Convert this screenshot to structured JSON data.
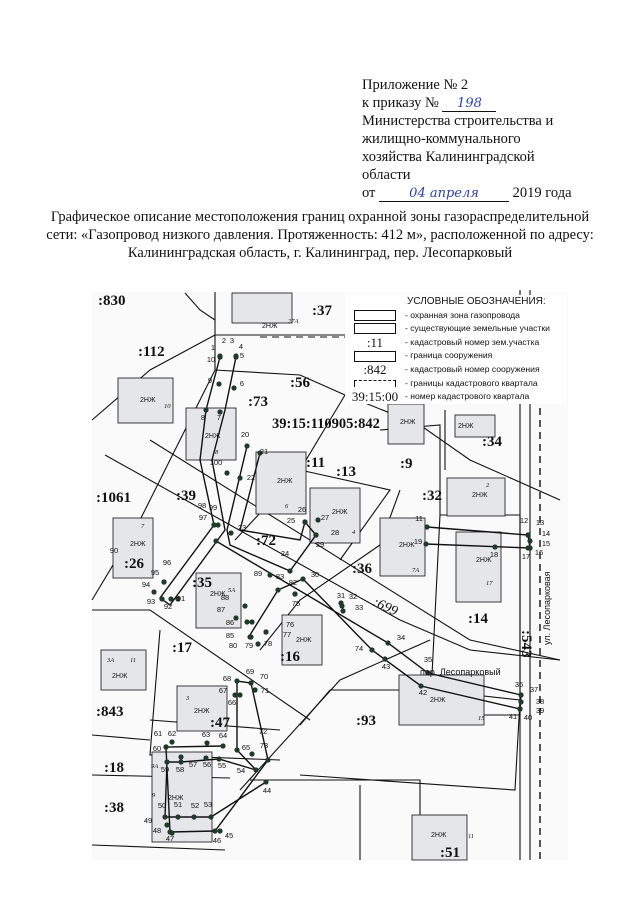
{
  "appendix": {
    "line1": "Приложение № 2",
    "order_prefix": "к приказу №",
    "order_number": "198",
    "line3": "Министерства строительства и",
    "line4": "жилищно-коммунального",
    "line5": "хозяйства Калининградской",
    "line6": "области",
    "date_prefix": "от",
    "date_handwritten": "04 апреля",
    "date_suffix": "2019 года"
  },
  "title": "Графическое описание местоположения границ охранной зоны газораспределительной сети: «Газопровод низкого давления. Протяженность: 412 м», расположенной по адресу: Калининградская область, г. Калининград, пер. Лесопарковый",
  "legend": {
    "heading": "УСЛОВНЫЕ ОБОЗНАЧЕНИЯ:",
    "items": [
      {
        "symbol": "",
        "label": "- охранная зона газопровода"
      },
      {
        "symbol": "",
        "label": "- существующие земельные участки"
      },
      {
        "symbol": ":11",
        "label": "- кадастровый номер зем.участка"
      },
      {
        "symbol": "",
        "label": "- граница сооружения"
      },
      {
        "symbol": ":842",
        "label": "- кадастровый номер сооружения"
      },
      {
        "symbol": "",
        "label": "- границы кадастрового квартала"
      },
      {
        "symbol": "39:15:00",
        "label": "- номер кадастрового квартала"
      }
    ]
  },
  "map": {
    "quarter_label": "39:15:110905:842",
    "parcels": [
      ":830",
      ":112",
      ":37",
      ":56",
      ":73",
      ":11",
      ":13",
      ":9",
      ":34",
      ":32",
      ":36",
      ":14",
      ":699",
      ":1061",
      ":39",
      ":72",
      ":26",
      ":35",
      ":16",
      ":17",
      ":843",
      ":47",
      ":93",
      ":18",
      ":38",
      ":51",
      ":543"
    ],
    "streets": [
      "пер. Лесопарковый",
      "ул. Лесопарковая"
    ],
    "building_type": "2НЖ",
    "house_numbers": [
      "27А",
      "10",
      "8",
      "6",
      "4",
      "7А",
      "2",
      "17",
      "7",
      "5А",
      "3",
      "3А",
      "11",
      "15",
      "9А",
      "9",
      "11"
    ],
    "points": [
      "1",
      "2",
      "3",
      "4",
      "5",
      "6",
      "7",
      "8",
      "9",
      "10",
      "11",
      "12",
      "13",
      "14",
      "15",
      "16",
      "17",
      "18",
      "19",
      "20",
      "21",
      "22",
      "23",
      "24",
      "25",
      "26",
      "27",
      "28",
      "29",
      "30",
      "31",
      "32",
      "33",
      "34",
      "35",
      "36",
      "37",
      "38",
      "39",
      "40",
      "41",
      "42",
      "43",
      "44",
      "45",
      "46",
      "47",
      "48",
      "49",
      "50",
      "51",
      "52",
      "53",
      "54",
      "55",
      "56",
      "57",
      "58",
      "59",
      "60",
      "61",
      "62",
      "63",
      "64",
      "65",
      "66",
      "67",
      "68",
      "69",
      "70",
      "71",
      "72",
      "73",
      "74",
      "75",
      "76",
      "77",
      "78",
      "79",
      "80",
      "82",
      "83",
      "85",
      "86",
      "87",
      "88",
      "89",
      "90",
      "91",
      "92",
      "93",
      "94",
      "95",
      "96",
      "97",
      "98",
      "99",
      "100"
    ]
  },
  "colors": {
    "ink": "#111111",
    "handwriting": "#2a3fb0",
    "building": "#e4e6ea",
    "point": "#1f3a28"
  }
}
